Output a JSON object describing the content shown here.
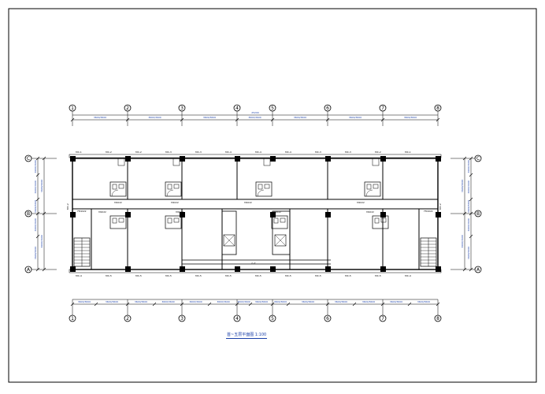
{
  "title": "首~五层平面图 1:100",
  "col_axes": [
    "1",
    "2",
    "3",
    "4",
    "5",
    "6",
    "7",
    "8"
  ],
  "row_axes": [
    "C",
    "B",
    "A"
  ],
  "dimension_text": "3600/3600",
  "overall_dimension_text": "25200",
  "top_window_labels": [
    "MC-1",
    "MC-2",
    "MC-2",
    "MC-3",
    "MC-3",
    "MC-4",
    "MC-4",
    "MC-4",
    "MC-3",
    "MC-3",
    "MC-2",
    "MC-1"
  ],
  "bottom_window_labels": [
    "MC-4",
    "MC-5",
    "MC-5",
    "MC-5",
    "MC-5",
    "MC-5",
    "MC-5",
    "MC-5",
    "MC-5",
    "MC-5",
    "MC-5",
    "MC-4"
  ],
  "room_door_label": "M1022",
  "stair_door_label": "FM1022",
  "corridor_label": "C-7",
  "side_label": "MC-2",
  "colors": {
    "wall": "#000000",
    "axis": "#000000",
    "dimension": "#1a3fa8",
    "title": "#1a3fa8"
  }
}
